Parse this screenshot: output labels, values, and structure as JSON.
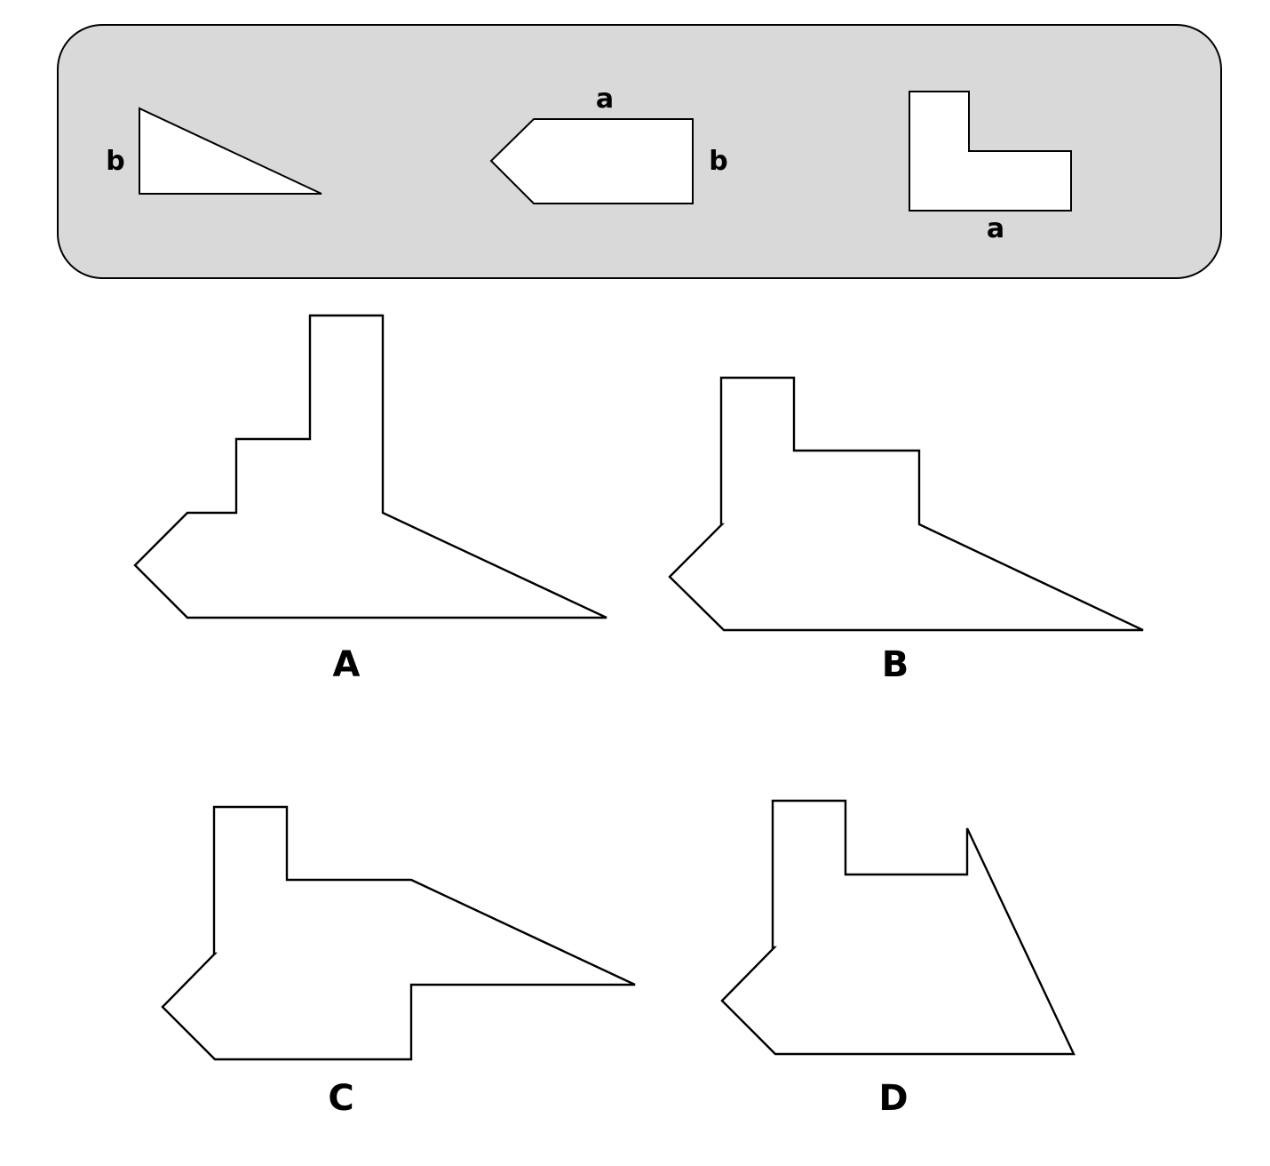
{
  "reference_panel": {
    "pieces": [
      {
        "name": "right-triangle",
        "labels": [
          "b"
        ]
      },
      {
        "name": "pentagon-arrow",
        "labels": [
          "a",
          "b"
        ]
      },
      {
        "name": "l-shape",
        "labels": [
          "a"
        ]
      }
    ]
  },
  "options": [
    {
      "label": "A"
    },
    {
      "label": "B"
    },
    {
      "label": "C"
    },
    {
      "label": "D"
    }
  ]
}
